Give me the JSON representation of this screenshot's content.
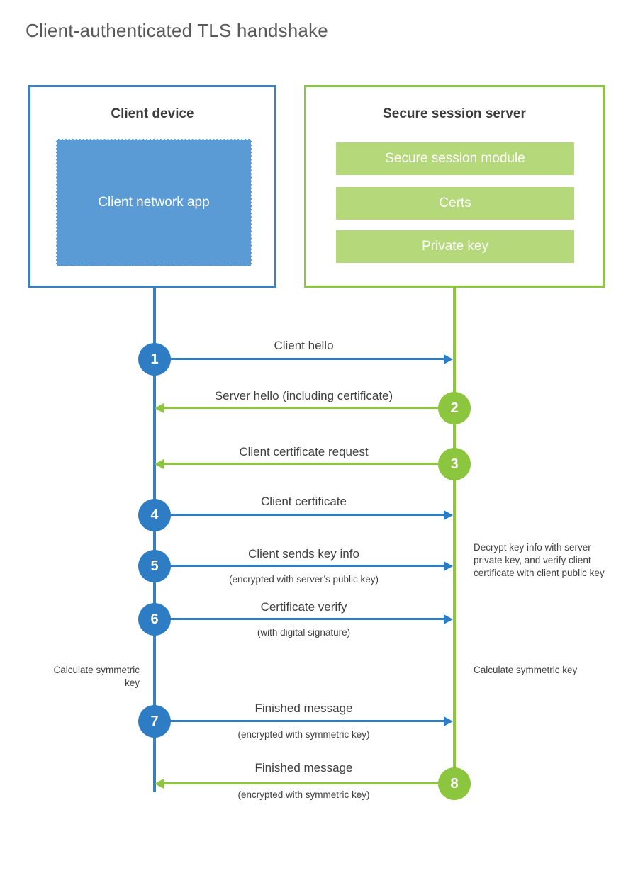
{
  "title": "Client-authenticated TLS handshake",
  "colors": {
    "client_blue": "#2e7cc4",
    "client_box_border": "#3b7fc0",
    "client_app_fill": "#5b9bd5",
    "server_green": "#8cc63f",
    "server_bar_fill": "#b5d87a",
    "title_gray": "#595959",
    "text_gray": "#3f3f3f",
    "background": "#ffffff"
  },
  "client": {
    "title": "Client device",
    "app_label": "Client network app"
  },
  "server": {
    "title": "Secure session server",
    "modules": [
      "Secure session module",
      "Certs",
      "Private key"
    ]
  },
  "steps": [
    {
      "number": "1",
      "label": "Client hello",
      "sublabel": "",
      "direction": "client-to-server",
      "side": "client",
      "color": "blue"
    },
    {
      "number": "2",
      "label": "Server hello (including certificate)",
      "sublabel": "",
      "direction": "server-to-client",
      "side": "server",
      "color": "green"
    },
    {
      "number": "3",
      "label": "Client certificate request",
      "sublabel": "",
      "direction": "server-to-client",
      "side": "server",
      "color": "green"
    },
    {
      "number": "4",
      "label": "Client certificate",
      "sublabel": "",
      "direction": "client-to-server",
      "side": "client",
      "color": "blue"
    },
    {
      "number": "5",
      "label": "Client sends key info",
      "sublabel": "(encrypted with server’s public key)",
      "direction": "client-to-server",
      "side": "client",
      "color": "blue"
    },
    {
      "number": "6",
      "label": "Certificate verify",
      "sublabel": "(with digital signature)",
      "direction": "client-to-server",
      "side": "client",
      "color": "blue"
    },
    {
      "number": "7",
      "label": "Finished message",
      "sublabel": "(encrypted with symmetric key)",
      "direction": "client-to-server",
      "side": "client",
      "color": "blue"
    },
    {
      "number": "8",
      "label": "Finished message",
      "sublabel": "(encrypted with symmetric key)",
      "direction": "server-to-client",
      "side": "server",
      "color": "green"
    }
  ],
  "annotations": {
    "server_decrypt": "Decrypt key info with server private key, and verify client certificate with client public key",
    "client_calculate": "Calculate symmetric key",
    "server_calculate": "Calculate symmetric key"
  }
}
